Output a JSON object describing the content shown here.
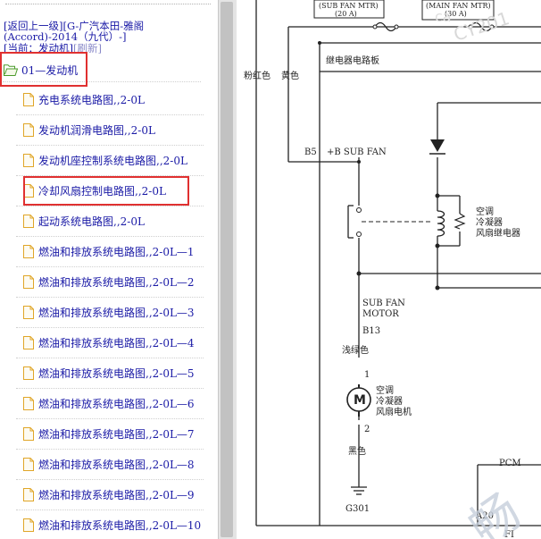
{
  "sidebar": {
    "back_link": "[返回上一级]",
    "breadcrumb": "[G-广汽本田-雅阁(Accord)-2014（九代）-]",
    "current_label": "[当前：发动机]",
    "refresh_label": "[刷新]",
    "folder_label": "01—发动机",
    "items": [
      {
        "label": "充电系统电路图,,2-0L"
      },
      {
        "label": "发动机润滑电路图,,2-0L"
      },
      {
        "label": "发动机座控制系统电路图,,2-0L"
      },
      {
        "label": "冷却风扇控制电路图,,2-0L"
      },
      {
        "label": "起动系统电路图,,2-0L"
      },
      {
        "label": "燃油和排放系统电路图,,2-0L—1"
      },
      {
        "label": "燃油和排放系统电路图,,2-0L—2"
      },
      {
        "label": "燃油和排放系统电路图,,2-0L—3"
      },
      {
        "label": "燃油和排放系统电路图,,2-0L—4"
      },
      {
        "label": "燃油和排放系统电路图,,2-0L—5"
      },
      {
        "label": "燃油和排放系统电路图,,2-0L—6"
      },
      {
        "label": "燃油和排放系统电路图,,2-0L—7"
      },
      {
        "label": "燃油和排放系统电路图,,2-0L—8"
      },
      {
        "label": "燃油和排放系统电路图,,2-0L—9"
      },
      {
        "label": "燃油和排放系统电路图,,2-0L—10"
      }
    ]
  },
  "diagram": {
    "fuse_sub_fan": "(SUB FAN MTR)",
    "fuse_sub_amp": "(20 A)",
    "fuse_main_fan": "(MAIN FAN MTR)",
    "fuse_main_amp": "(30 A)",
    "relay_board": "继电器电路板",
    "wire_pink": "粉红色",
    "wire_yellow": "黄色",
    "pin_b5": "B5",
    "b_sub_fan": "+B SUB FAN",
    "relay_l1": "空调",
    "relay_l2": "冷凝器",
    "relay_l3": "风扇继电器",
    "sub_fan_motor_l1": "SUB FAN",
    "sub_fan_motor_l2": "MOTOR",
    "pin_b13": "B13",
    "wire_light_green": "浅绿色",
    "pin_1": "1",
    "motor_symbol": "M",
    "motor_l1": "空调",
    "motor_l2": "冷凝器",
    "motor_l3": "风扇电机",
    "pin_2": "2",
    "wire_black": "黑色",
    "ground": "G301",
    "pcm": "PCM",
    "pin_a20": "A20",
    "pin_fi": "FI",
    "watermark_1": "CY201",
    "watermark_2": "ca",
    "watermark_3": "畅"
  }
}
